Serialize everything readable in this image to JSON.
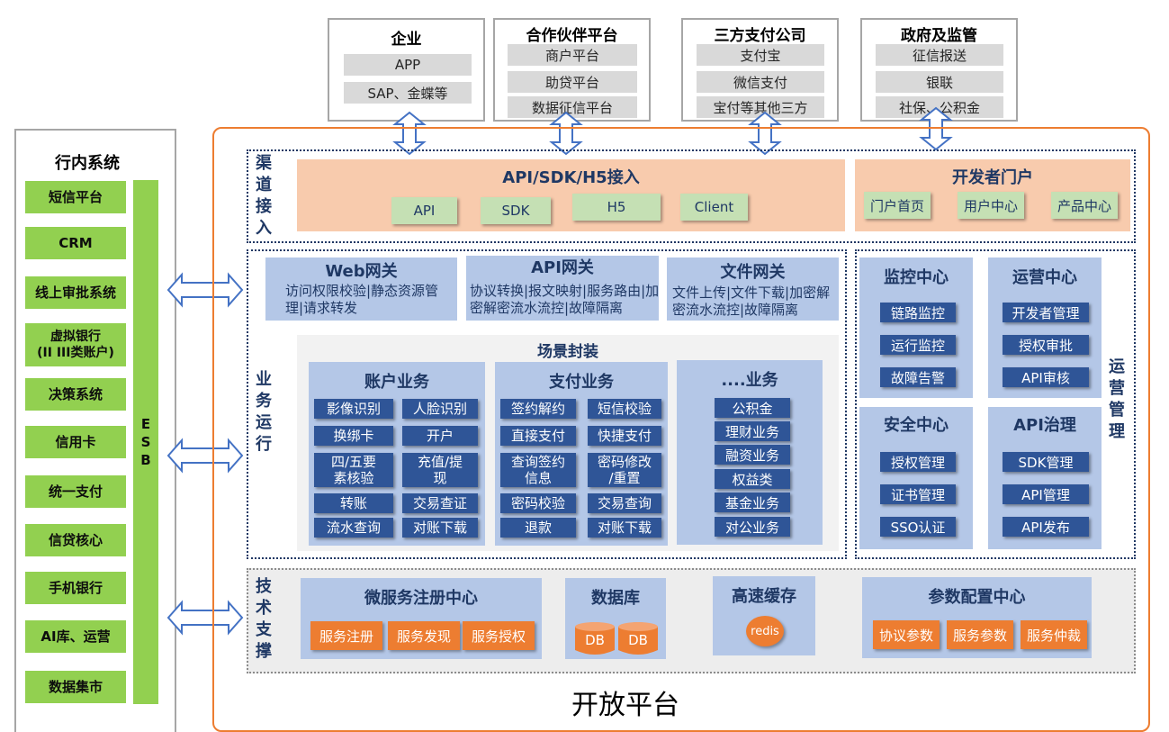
{
  "top": [
    {
      "title": "企业",
      "items": [
        "APP",
        "SAP、金蝶等"
      ]
    },
    {
      "title": "合作伙伴平台",
      "items": [
        "商户平台",
        "助贷平台",
        "数据征信平台"
      ]
    },
    {
      "title": "三方支付公司",
      "items": [
        "支付宝",
        "微信支付",
        "宝付等其他三方"
      ]
    },
    {
      "title": "政府及监管",
      "items": [
        "征信报送",
        "银联",
        "社保、公积金"
      ]
    }
  ],
  "inner": {
    "title": "行内系统",
    "items": [
      "短信平台",
      "CRM",
      "线上审批系统",
      "虚拟银行\n(II III类账户)",
      "决策系统",
      "信用卡",
      "统一支付",
      "信贷核心",
      "手机银行",
      "AI库、运营",
      "数据集市"
    ],
    "esb": "E\nS\nB"
  },
  "platform_title": "开放平台",
  "channel": {
    "label": "渠\n道\n接\n入",
    "api": {
      "title": "API/SDK/H5接入",
      "items": [
        "API",
        "SDK",
        "H5",
        "Client"
      ]
    },
    "portal": {
      "title": "开发者门户",
      "items": [
        "门户首页",
        "用户中心",
        "产品中心"
      ]
    }
  },
  "business": {
    "label": "业\n务\n运\n行",
    "gateways": [
      {
        "title": "Web网关",
        "desc": "访问权限校验|静态资源管理|请求转发"
      },
      {
        "title": "API网关",
        "desc": "协议转换|报文映射|服务路由|加密解密流水流控|故障隔离"
      },
      {
        "title": "文件网关",
        "desc": "文件上传|文件下载|加密解密流水流控|故障隔离"
      }
    ],
    "scene_title": "场景封装",
    "account": {
      "title": "账户业务",
      "items": [
        "影像识别",
        "人脸识别",
        "换绑卡",
        "开户",
        "四/五要\n素核验",
        "充值/提\n现",
        "转账",
        "交易查证",
        "流水查询",
        "对账下载"
      ]
    },
    "payment": {
      "title": "支付业务",
      "items": [
        "签约解约",
        "短信校验",
        "直接支付",
        "快捷支付",
        "查询签约\n信息",
        "密码修改\n/重置",
        "密码校验",
        "交易查询",
        "退款",
        "对账下载"
      ]
    },
    "other": {
      "title": "....业务",
      "items": [
        "公积金",
        "理财业务",
        "融资业务",
        "权益类",
        "基金业务",
        "对公业务"
      ]
    }
  },
  "ops": {
    "label": "运\n营\n管\n理",
    "monitor": {
      "title": "监控中心",
      "items": [
        "链路监控",
        "运行监控",
        "故障告警"
      ]
    },
    "operation": {
      "title": "运营中心",
      "items": [
        "开发者管理",
        "授权审批",
        "API审核"
      ]
    },
    "security": {
      "title": "安全中心",
      "items": [
        "授权管理",
        "证书管理",
        "SSO认证"
      ]
    },
    "governance": {
      "title": "API治理",
      "items": [
        "SDK管理",
        "API管理",
        "API发布"
      ]
    }
  },
  "tech": {
    "label": "技\n术\n支\n撑",
    "registry": {
      "title": "微服务注册中心",
      "items": [
        "服务注册",
        "服务发现",
        "服务授权"
      ]
    },
    "database": {
      "title": "数据库",
      "items": [
        "DB",
        "DB"
      ]
    },
    "cache": {
      "title": "高速缓存",
      "items": [
        "redis"
      ]
    },
    "config": {
      "title": "参数配置中心",
      "items": [
        "协议参数",
        "服务参数",
        "服务仲裁"
      ]
    }
  },
  "colors": {
    "orange": "#ed7d31",
    "navy": "#1f3864",
    "green": "#92d050",
    "blue": "#2f5597",
    "lightblue": "#b4c7e7",
    "peach": "#f8cbad",
    "lightgreen": "#c5e0b4",
    "arrow": "#4472c4"
  }
}
